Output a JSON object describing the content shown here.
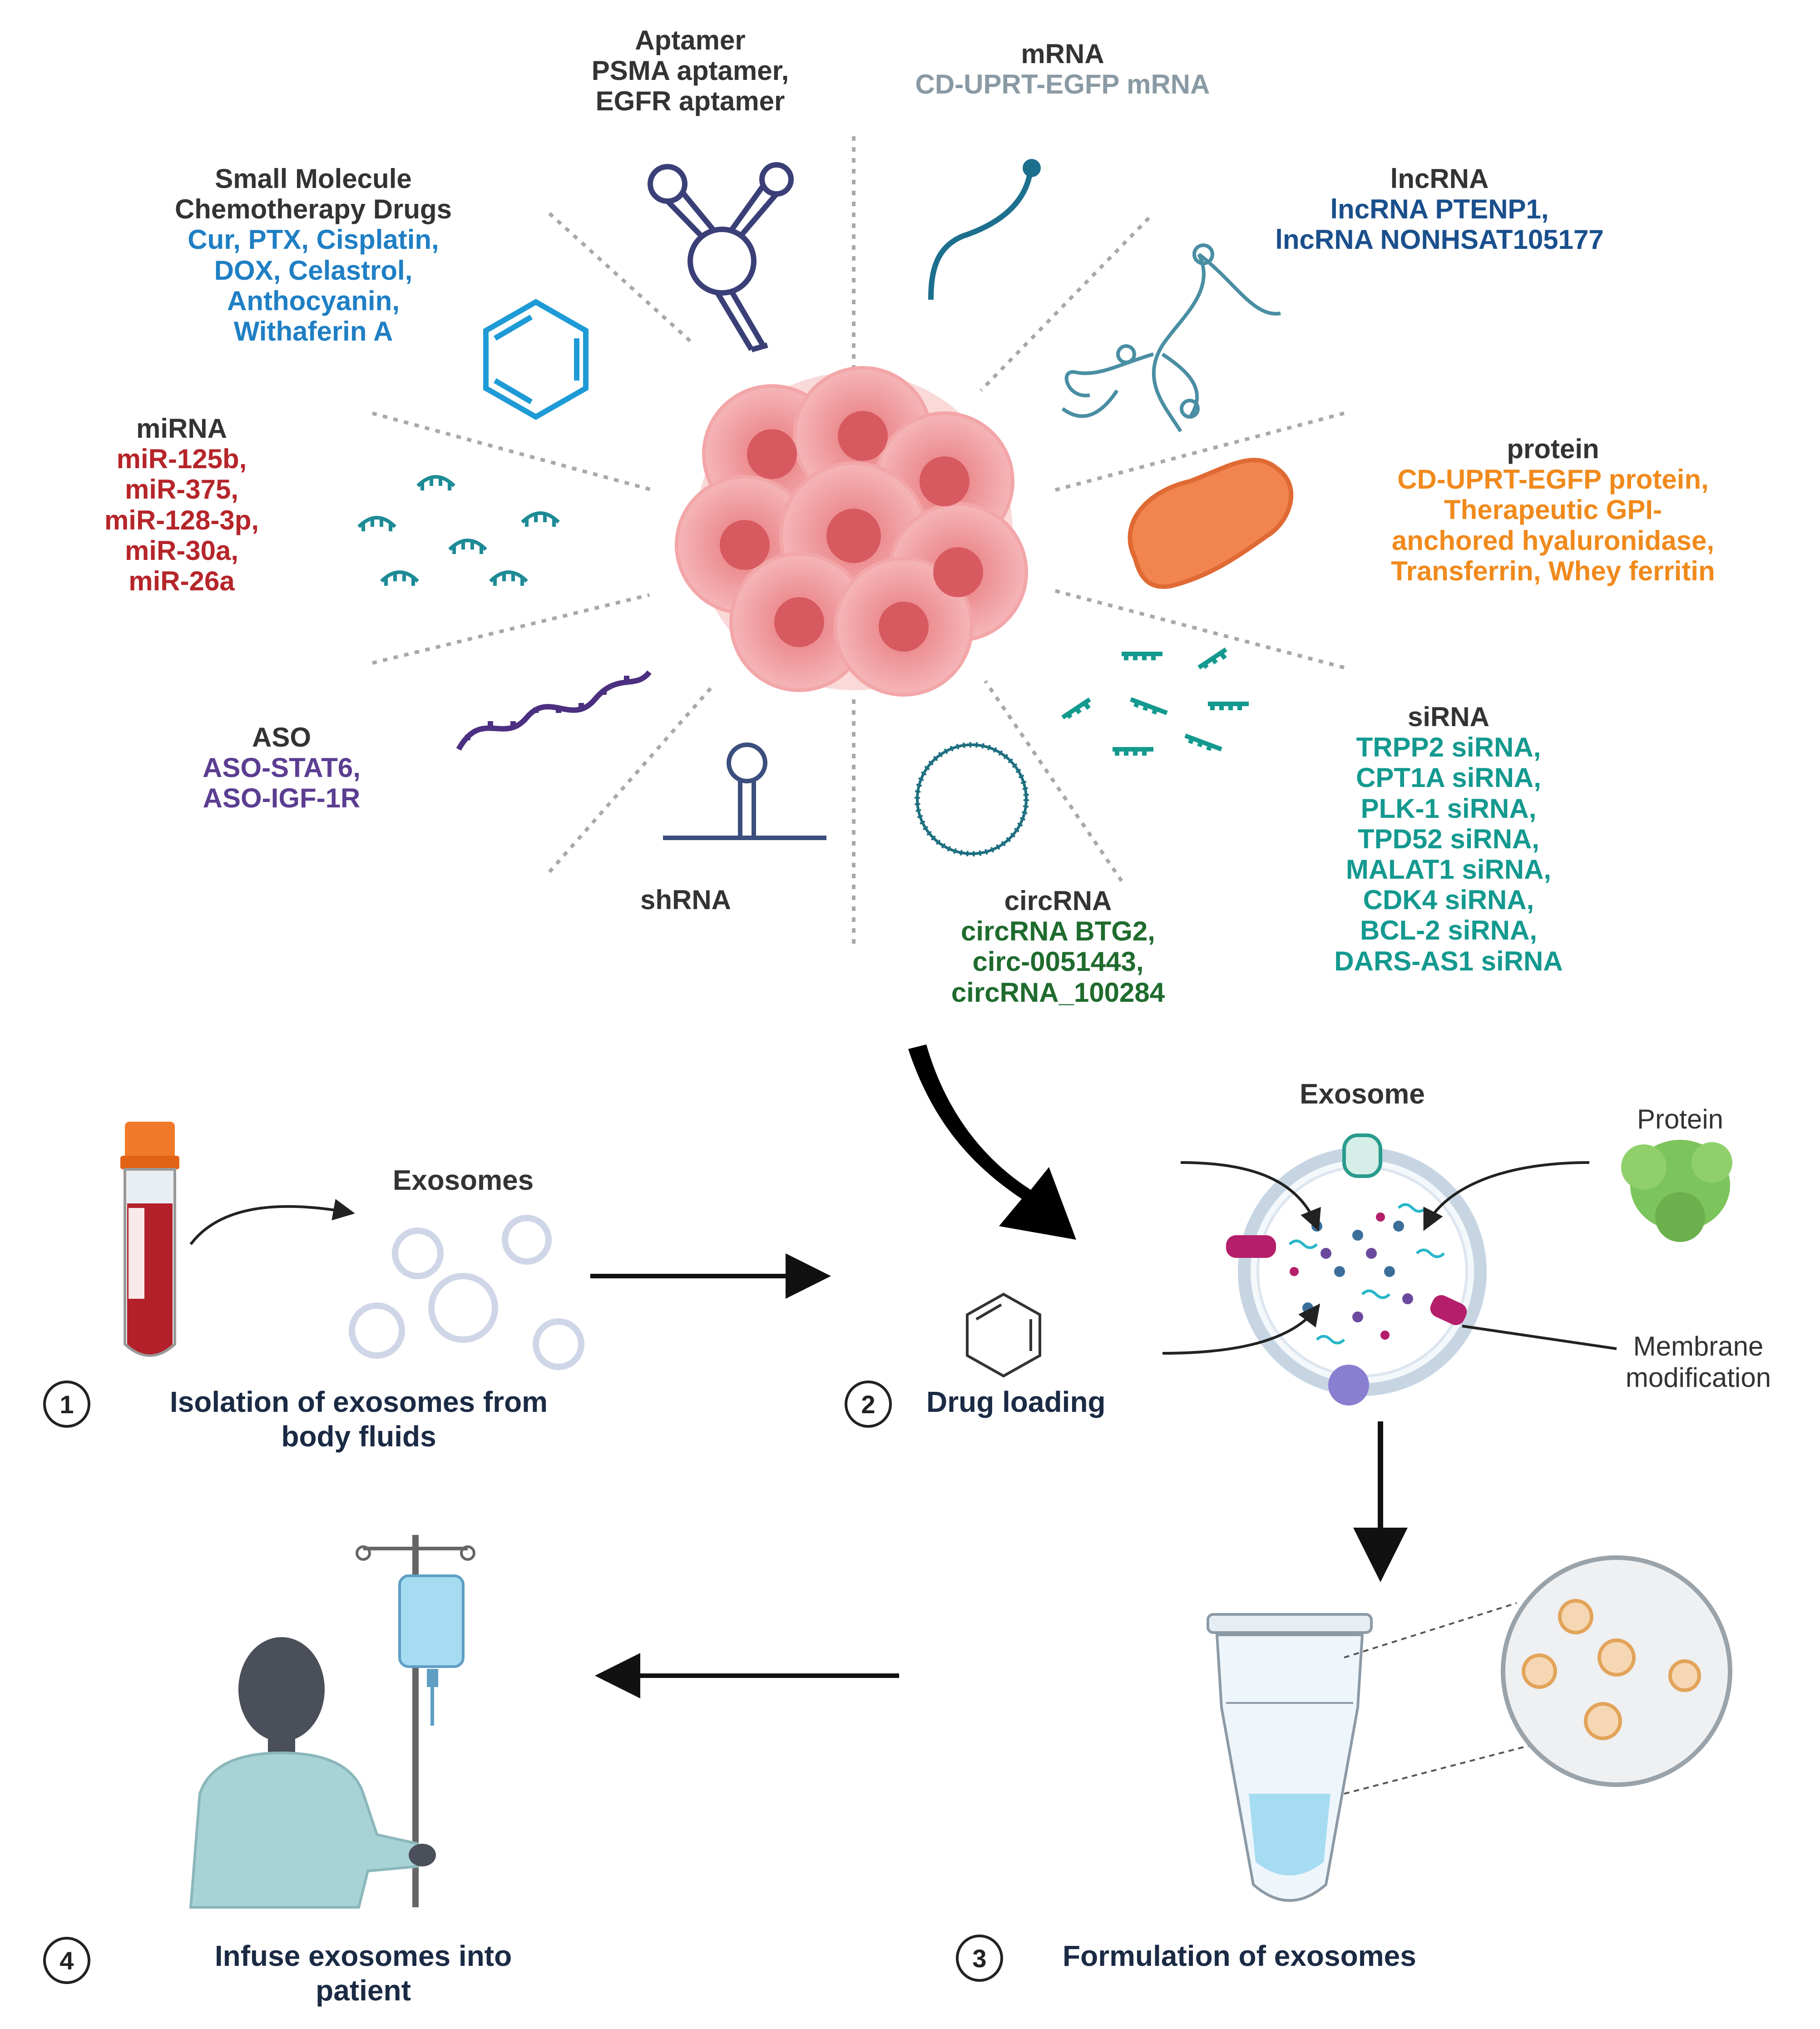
{
  "categories": {
    "aptamer": {
      "title": "Aptamer",
      "items": [
        "PSMA aptamer,",
        "EGFR aptamer"
      ],
      "color": "#333333"
    },
    "mrna": {
      "title": "mRNA",
      "items": [
        "CD-UPRT-EGFP mRNA"
      ],
      "color": "#8a9aa4"
    },
    "lncrna": {
      "title": "lncRNA",
      "items": [
        "lncRNA PTENP1,",
        "lncRNA NONHSAT105177"
      ],
      "color": "#1a4f8c"
    },
    "small_molecule": {
      "title_lines": [
        "Small Molecule",
        "Chemotherapy Drugs"
      ],
      "items": [
        "Cur, PTX, Cisplatin,",
        "DOX, Celastrol,",
        "Anthocyanin,",
        "Withaferin A"
      ],
      "color": "#1f7fc4"
    },
    "mirna": {
      "title": "miRNA",
      "items": [
        "miR-125b,",
        "miR-375,",
        "miR-128-3p,",
        "miR-30a,",
        "miR-26a"
      ],
      "color": "#b5252a"
    },
    "protein": {
      "title": "protein",
      "items": [
        "CD-UPRT-EGFP protein,",
        "Therapeutic GPI-",
        "anchored hyaluronidase,",
        "Transferrin, Whey ferritin"
      ],
      "color": "#f08a1c"
    },
    "aso": {
      "title": "ASO",
      "items": [
        "ASO-STAT6,",
        "ASO-IGF-1R"
      ],
      "color": "#5b3d91"
    },
    "shrna": {
      "title": "shRNA"
    },
    "circrna": {
      "title": "circRNA",
      "items": [
        "circRNA BTG2,",
        "circ-0051443,",
        "circRNA_100284"
      ],
      "color": "#1f6b2e"
    },
    "sirna": {
      "title": "siRNA",
      "items": [
        "TRPP2 siRNA,",
        "CPT1A siRNA,",
        "PLK-1 siRNA,",
        "TPD52 siRNA,",
        "MALAT1 siRNA,",
        "CDK4 siRNA,",
        "BCL-2 siRNA,",
        "DARS-AS1 siRNA"
      ],
      "color": "#14998f"
    }
  },
  "workflow": {
    "exosomes_label": "Exosomes",
    "exosome_label": "Exosome",
    "protein_label": "Protein",
    "membrane_label_lines": [
      "Membrane",
      "modification"
    ],
    "steps": [
      {
        "number": "1",
        "text_lines": [
          "Isolation of exosomes from",
          "body fluids"
        ]
      },
      {
        "number": "2",
        "text_lines": [
          "Drug loading"
        ]
      },
      {
        "number": "3",
        "text_lines": [
          "Formulation of exosomes"
        ]
      },
      {
        "number": "4",
        "text_lines": [
          "Infuse exosomes into",
          "patient"
        ]
      }
    ]
  },
  "colors": {
    "tumor": "#ef8f92",
    "blood": "#b3202a",
    "cap": "#f07a2a",
    "protein_green": "#7cc45c",
    "patient_gown": "#a8d3d6",
    "tube_liquid": "#a6dcf2"
  }
}
